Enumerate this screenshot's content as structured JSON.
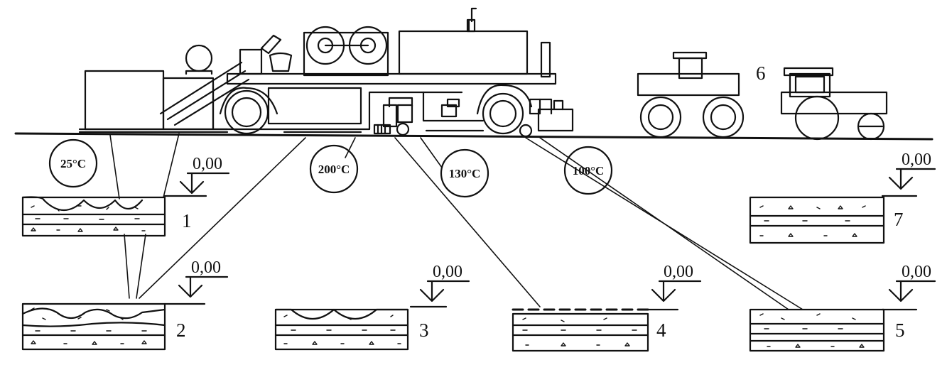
{
  "temperatures": [
    "25°C",
    "200°C",
    "130°C",
    "100°C"
  ],
  "elevation_label": "0,00",
  "section_numbers": [
    "1",
    "2",
    "3",
    "4",
    "5",
    "6",
    "7"
  ],
  "colors": {
    "ink": "#111111",
    "background": "#ffffff"
  }
}
